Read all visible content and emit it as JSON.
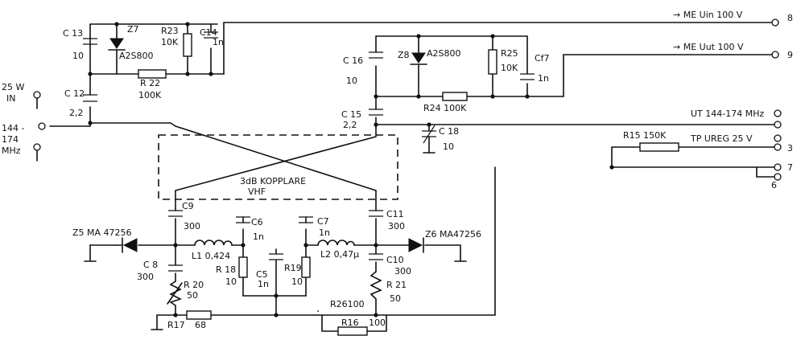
{
  "ports": {
    "in_power": "25 W",
    "in_word": "IN",
    "in_freq_1": "144 -",
    "in_freq_2": "174",
    "in_freq_3": "MHz",
    "me_uin": "→ ME  Uin 100 V",
    "me_uin_pin": "8",
    "me_uut": "→ ME  Uut 100 V",
    "me_uut_pin": "9",
    "ut": "UT 144-174 MHz",
    "tp_ureg": "TP UREG  25 V",
    "tp_pin": "3",
    "pin7": "7",
    "pin6": "6"
  },
  "coupler": {
    "line1": "3dB KOPPLARE",
    "line2": "VHF"
  },
  "components": {
    "c13": "C 13",
    "c13_val": "10",
    "z7": "Z7",
    "z7_val": "A2S800",
    "r23": "R23",
    "r23_val": "10K",
    "c14": "C14",
    "c14_val": "1n",
    "r22": "R 22",
    "r22_val": "100K",
    "c12": "C 12",
    "c12_val": "2,2",
    "c16": "C 16",
    "c16_val": "10",
    "z8": "Z8",
    "z8_val": "A2S800",
    "r25": "R25",
    "r25_val": "10K",
    "c17": "Cf7",
    "c17_val": "1n",
    "r24": "R24  100K",
    "c15": "C 15",
    "c15_val": "2,2",
    "c18": "C 18",
    "c18_val": "10",
    "r15": "R15  150K",
    "c9": "C9",
    "c9_val": "300",
    "c11": "C11",
    "c11_val": "300",
    "z5": "Z5  MA 47256",
    "z6": "Z6  MA47256",
    "c6": "C6",
    "c6_val": "1n",
    "c7": "C7",
    "c7_val": "1n",
    "l1": "L1  0,424",
    "l2": "L2  0,47μ",
    "c8": "C 8",
    "c8_val": "300",
    "c10": "C10",
    "c10_val": "300",
    "r18": "R 18",
    "r18_val": "10",
    "r19": "R19",
    "r19_val": "10",
    "c5": "C5",
    "c5_val": "1n",
    "r20": "R 20",
    "r20_val": "50",
    "r21": "R 21",
    "r21_val": "50",
    "r26": "R26100",
    "r16": "R16",
    "r16_val": "100",
    "r17": "R17",
    "r17_val": "68"
  }
}
